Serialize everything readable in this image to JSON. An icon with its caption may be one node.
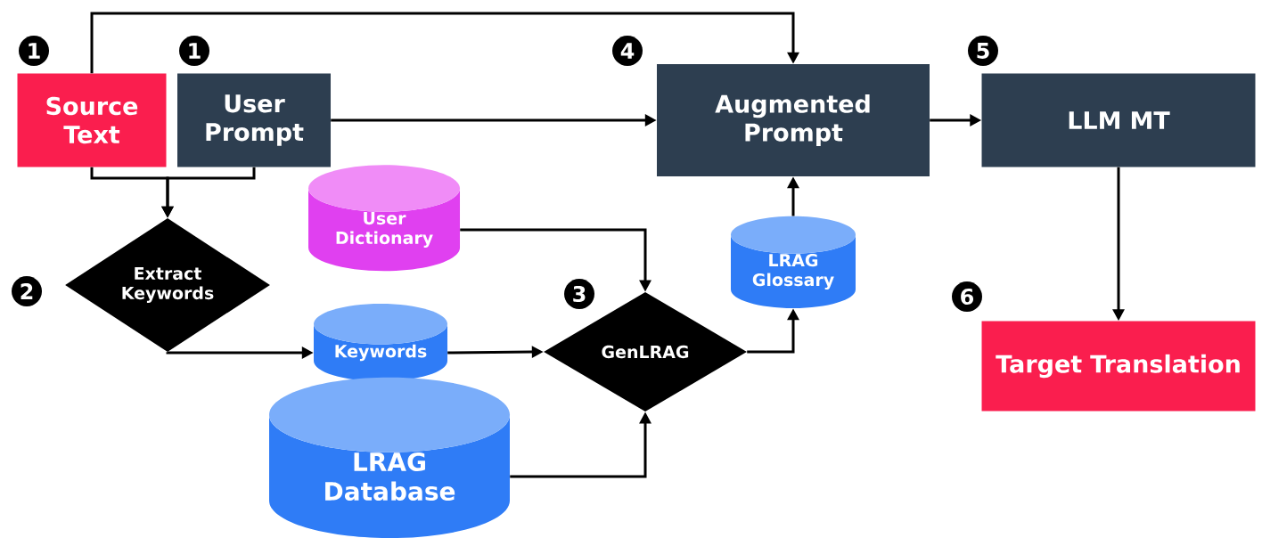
{
  "diagram": {
    "nodes": [
      {
        "text": [
          "Source Text"
        ]
      },
      {
        "text": [
          "User Prompt"
        ]
      },
      {
        "text": [
          "Augmented Prompt"
        ]
      },
      {
        "text": [
          "LLM MT"
        ]
      },
      {
        "text": [
          "Extract Keywords"
        ]
      },
      {
        "text": [
          "User Dictionary"
        ]
      },
      {
        "text": [
          "LRAG Glossary"
        ]
      },
      {
        "text": [
          "Keywords"
        ]
      },
      {
        "text": [
          "GenLRAG"
        ]
      },
      {
        "text": [
          "LRAG Database"
        ]
      },
      {
        "text": [
          "Target Translation"
        ]
      }
    ],
    "edges": [
      {
        "from": 0,
        "to": 2,
        "arrow": "to"
      },
      {
        "from": 1,
        "to": 2,
        "arrow": "to"
      },
      {
        "from": 0,
        "to": 4,
        "arrow": "to"
      },
      {
        "from": 1,
        "to": 4,
        "arrow": "to"
      },
      {
        "from": 4,
        "to": 7,
        "arrow": "to"
      },
      {
        "from": 5,
        "to": 8,
        "arrow": "to"
      },
      {
        "from": 7,
        "to": 8,
        "arrow": "to"
      },
      {
        "from": 9,
        "to": 8,
        "arrow": "to"
      },
      {
        "from": 8,
        "to": 6,
        "arrow": "to"
      },
      {
        "from": 6,
        "to": 2,
        "arrow": "to"
      },
      {
        "from": 2,
        "to": 3,
        "arrow": "to"
      },
      {
        "from": 3,
        "to": 10,
        "arrow": "to"
      }
    ],
    "labels": [
      "1",
      "1",
      "4",
      "5",
      "2",
      "3",
      "6"
    ]
  }
}
